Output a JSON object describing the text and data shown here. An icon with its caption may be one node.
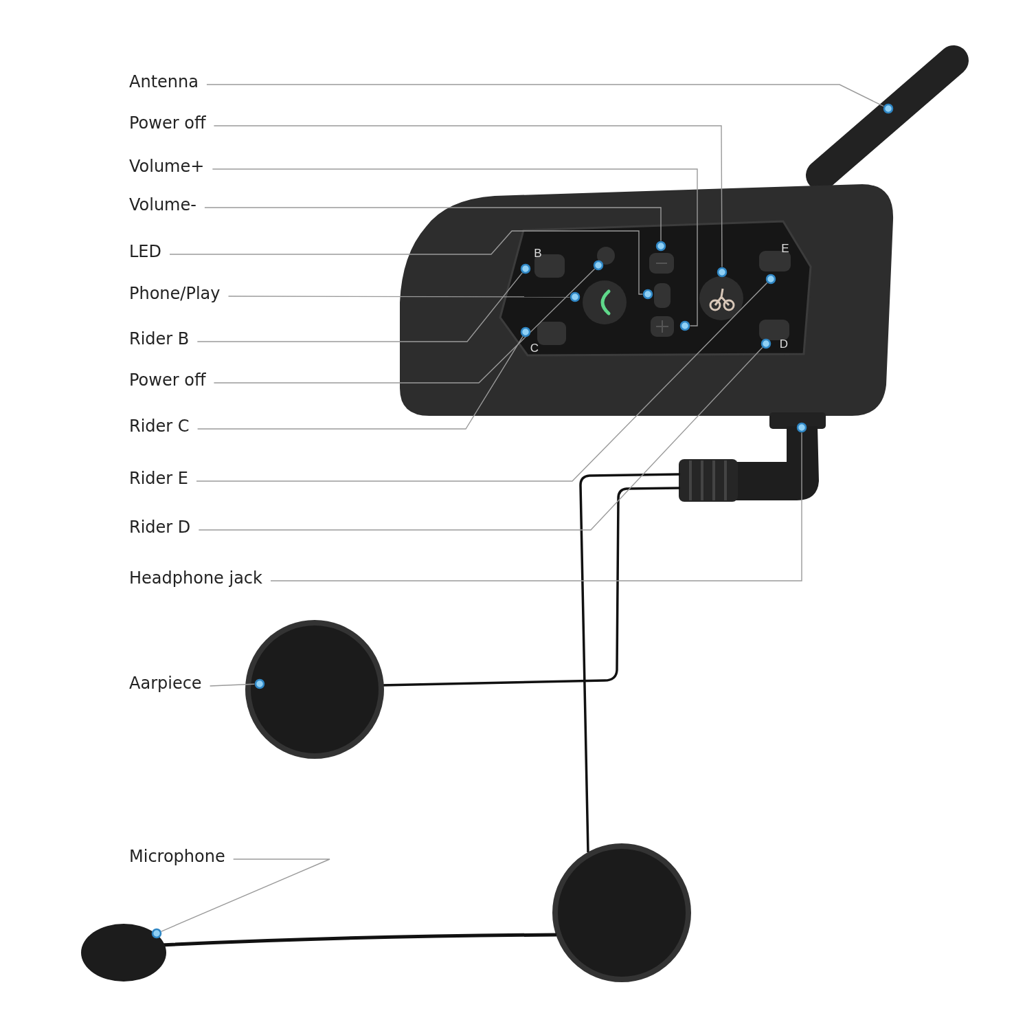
{
  "diagram": {
    "nodes": [
      {
        "text": [
          "Antenna"
        ]
      },
      {
        "text": [
          "Power off"
        ]
      },
      {
        "text": [
          "Volume+"
        ]
      },
      {
        "text": [
          "Volume-"
        ]
      },
      {
        "text": [
          "LED"
        ]
      },
      {
        "text": [
          "Phone/Play"
        ]
      },
      {
        "text": [
          "Rider B"
        ]
      },
      {
        "text": [
          "Power off"
        ]
      },
      {
        "text": [
          "Rider C"
        ]
      },
      {
        "text": [
          "Rider E"
        ]
      },
      {
        "text": [
          "Rider D"
        ]
      },
      {
        "text": [
          "Headphone jack"
        ]
      },
      {
        "text": [
          "Aarpiece"
        ]
      },
      {
        "text": [
          "Microphone"
        ]
      },
      {
        "text": [],
        "shape": "circle"
      },
      {
        "text": [],
        "shape": "circle"
      },
      {
        "text": [],
        "shape": "circle"
      },
      {
        "text": [],
        "shape": "circle"
      },
      {
        "text": [],
        "shape": "circle"
      },
      {
        "text": [],
        "shape": "circle"
      },
      {
        "text": [],
        "shape": "circle"
      },
      {
        "text": [],
        "shape": "circle"
      },
      {
        "text": [],
        "shape": "circle"
      },
      {
        "text": [],
        "shape": "circle"
      },
      {
        "text": [],
        "shape": "circle"
      },
      {
        "text": [],
        "shape": "circle"
      },
      {
        "text": [],
        "shape": "circle"
      },
      {
        "text": [],
        "shape": "circle"
      }
    ],
    "edges": [
      {
        "from": 0,
        "to": 14,
        "arrow": "none"
      },
      {
        "from": 1,
        "to": 15,
        "arrow": "none"
      },
      {
        "from": 2,
        "to": 16,
        "arrow": "none"
      },
      {
        "from": 3,
        "to": 17,
        "arrow": "none"
      },
      {
        "from": 4,
        "to": 18,
        "arrow": "none"
      },
      {
        "from": 5,
        "to": 19,
        "arrow": "none"
      },
      {
        "from": 6,
        "to": 20,
        "arrow": "none"
      },
      {
        "from": 7,
        "to": 21,
        "arrow": "none"
      },
      {
        "from": 8,
        "to": 22,
        "arrow": "none"
      },
      {
        "from": 9,
        "to": 23,
        "arrow": "none"
      },
      {
        "from": 10,
        "to": 24,
        "arrow": "none"
      },
      {
        "from": 11,
        "to": 25,
        "arrow": "none"
      },
      {
        "from": 12,
        "to": 26,
        "arrow": "none"
      },
      {
        "from": 13,
        "to": 27,
        "arrow": "none"
      }
    ],
    "labels": [
      "B",
      "E",
      "C",
      "D"
    ]
  }
}
